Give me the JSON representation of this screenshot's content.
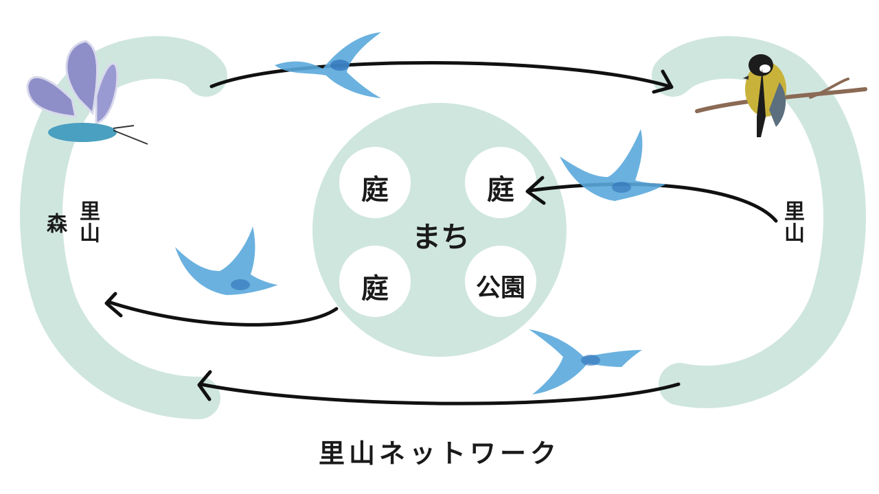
{
  "title": "里山ネットワーク",
  "center": {
    "label": "まち",
    "spots": [
      "庭",
      "庭",
      "庭",
      "公園"
    ]
  },
  "left": {
    "outer": "森",
    "inner": "里山"
  },
  "right": {
    "inner": "里山"
  },
  "colors": {
    "band": "#cfe6df",
    "arrow": "#111111",
    "bird": "#5aa8dc",
    "bird_dark": "#2f6fb8",
    "butterfly": "#8e8ec8",
    "tit_belly": "#c9b23a"
  },
  "icons": [
    "butterfly-icon",
    "great-tit-icon",
    "bird-icon"
  ]
}
